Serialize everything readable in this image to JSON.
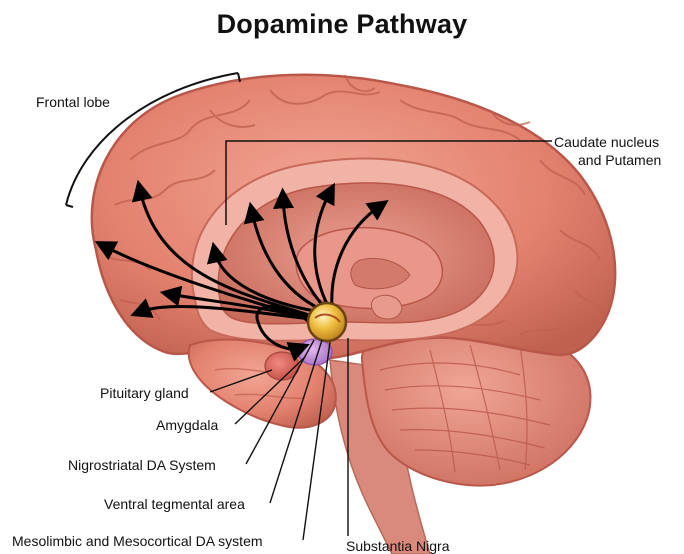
{
  "title": "Dopamine Pathway",
  "labels": {
    "frontal_lobe": "Frontal lobe",
    "caudate_line1": "Caudate nucleus",
    "caudate_line2": "and Putamen",
    "pituitary": "Pituitary gland",
    "amygdala": "Amygdala",
    "nigrostriatal": "Nigrostriatal DA System",
    "vta": "Ventral tegmental area",
    "mesolimbic": "Mesolimbic and Mesocortical DA system",
    "substantia_nigra": "Substantia Nigra"
  },
  "colors": {
    "brain": "#e58a79",
    "brain_dark": "#b9574a",
    "brain_light": "#f3b2a3",
    "cerebellum": "#e68f7f",
    "arrow": "#000000"
  }
}
